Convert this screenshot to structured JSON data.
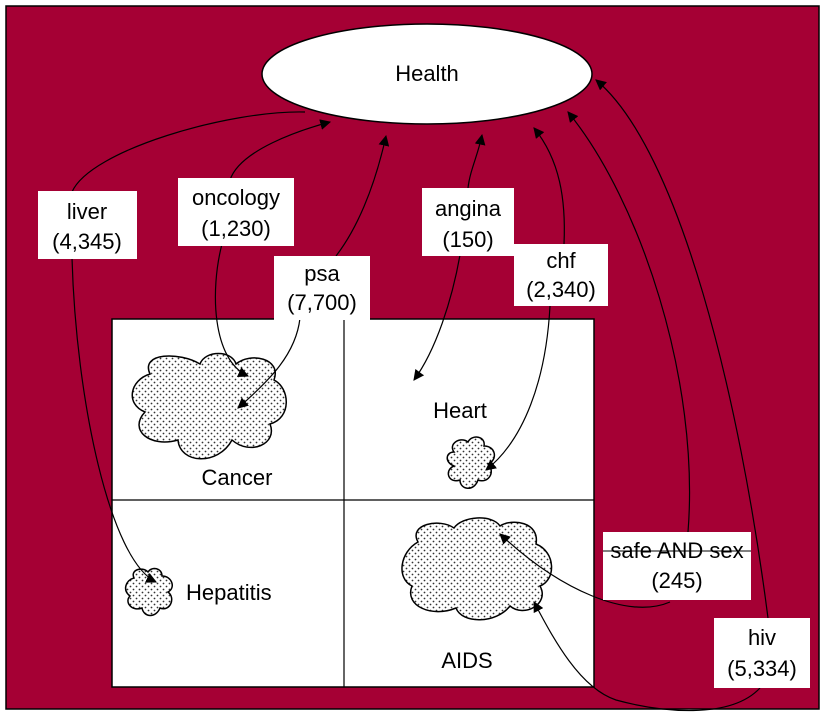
{
  "colors": {
    "background": "#A50034",
    "ellipse_fill": "#FFFFFF",
    "grid_fill": "#FFFFFF",
    "stroke": "#000000",
    "label_box": "#FFFFFF"
  },
  "root": {
    "label": "Health"
  },
  "quadrants": {
    "cancer": "Cancer",
    "heart": "Heart",
    "hepatitis": "Hepatitis",
    "aids": "AIDS"
  },
  "queries": {
    "liver": {
      "term": "liver",
      "count": "(4,345)"
    },
    "oncology": {
      "term": "oncology",
      "count": "(1,230)"
    },
    "psa": {
      "term": "psa",
      "count": "(7,700)"
    },
    "angina": {
      "term": "angina",
      "count": "(150)"
    },
    "chf": {
      "term": "chf",
      "count": "(2,340)"
    },
    "safe_and_sex": {
      "term": "safe AND sex",
      "count": "(245)"
    },
    "hiv": {
      "term": "hiv",
      "count": "(5,334)"
    }
  }
}
